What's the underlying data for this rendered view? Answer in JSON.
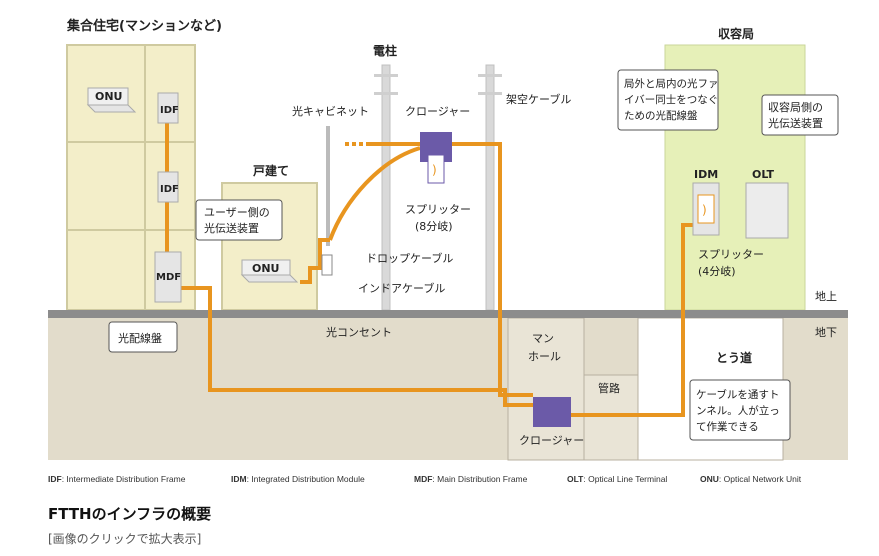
{
  "labels": {
    "apartment": "集合住宅(マンションなど)",
    "onu_apartment": "ONU",
    "idf_top": "IDF",
    "idf_mid": "IDF",
    "mdf": "MDF",
    "mdf_callout": "光配線盤",
    "pole": "電柱",
    "cabinet": "光キャビネット",
    "closure_air": "クロージャー",
    "aerial_cable": "架空ケーブル",
    "splitter8_line1": "スプリッター",
    "splitter8_line2": "(8分岐)",
    "house": "戸建て",
    "onu_house_callout_line1": "ユーザー側の",
    "onu_house_callout_line2": "光伝送装置",
    "onu_house": "ONU",
    "drop_cable": "ドロップケーブル",
    "indoor_cable": "インドアケーブル",
    "optical_outlet": "光コンセント",
    "manhole_line1": "マン",
    "manhole_line2": "ホール",
    "duct": "管路",
    "closure_ground": "クロージャー",
    "central_office": "収容局",
    "odf_callout_line1": "局外と局内の光ファ",
    "odf_callout_line2": "イバー同士をつなぐ",
    "odf_callout_line3": "ための光配線盤",
    "olt_callout_line1": "収容局側の",
    "olt_callout_line2": "光伝送装置",
    "idm": "IDM",
    "olt": "OLT",
    "splitter4_line1": "スプリッター",
    "splitter4_line2": "(4分岐)",
    "above_ground": "地上",
    "below_ground": "地下",
    "tunnel": "とう道",
    "tunnel_callout_line1": "ケーブルを通すト",
    "tunnel_callout_line2": "ンネル。人が立っ",
    "tunnel_callout_line3": "て作業できる"
  },
  "legend": [
    {
      "abbr": "IDF",
      "desc": ": Intermediate Distribution Frame"
    },
    {
      "abbr": "IDM",
      "desc": ": Integrated Distribution Module"
    },
    {
      "abbr": "MDF",
      "desc": ": Main Distribution Frame"
    },
    {
      "abbr": "OLT",
      "desc": ": Optical Line Terminal"
    },
    {
      "abbr": "ONU",
      "desc": ": Optical Network Unit"
    }
  ],
  "caption": "FTTHのインフラの概要",
  "enlarge_link": "[画像のクリックで拡大表示]",
  "colors": {
    "building": "#f3eec9",
    "building_edge": "#cfcaa0",
    "office": "#e6f0b8",
    "ground": "#e2dccb",
    "surface": "#8c8c8c",
    "fiber": "#e8951f",
    "equipment": "#6b5aa8",
    "pole": "#d9d9d9"
  }
}
